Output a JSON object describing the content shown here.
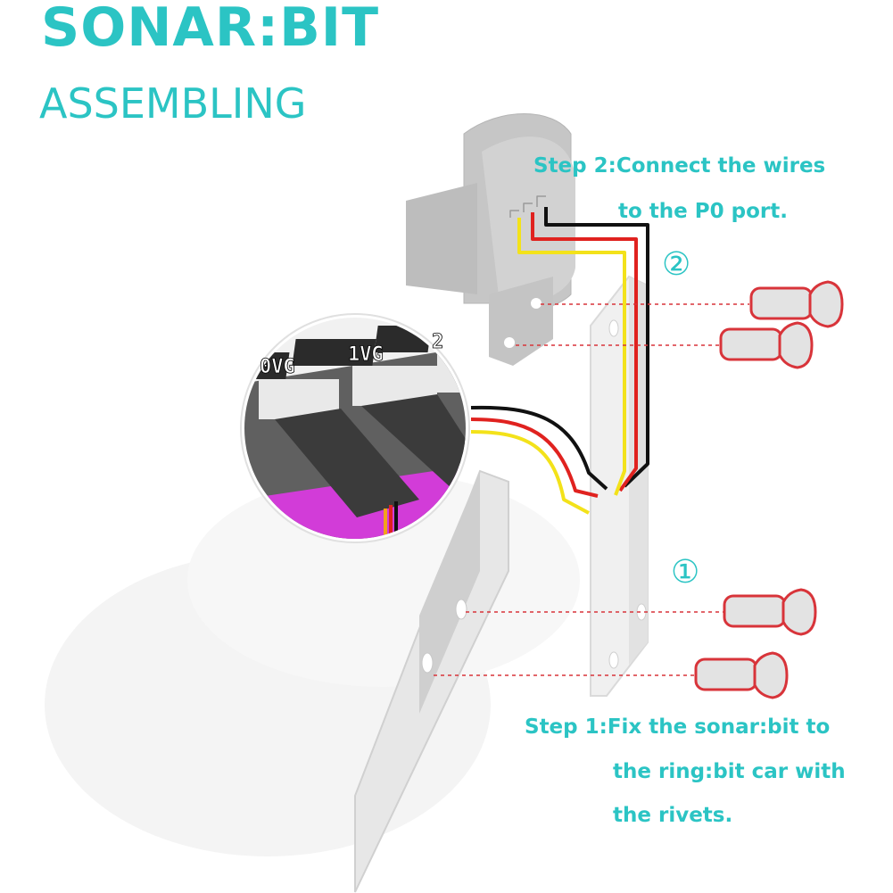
{
  "header": {
    "title": "SONAR:BIT",
    "subtitle": "ASSEMBLING"
  },
  "steps": {
    "step2": {
      "number": "②",
      "line1": "Step 2:Connect the wires",
      "line2": "to the P0 port."
    },
    "step1": {
      "number": "①",
      "line1": "Step 1:Fix the sonar:bit to",
      "line2": "the ring:bit car with",
      "line3": "the rivets."
    }
  },
  "connector_labels": {
    "port0": "0VG",
    "port1": "1VG",
    "port2": "2"
  },
  "colors": {
    "accent": "#2bc4c4",
    "wire_black": "#111111",
    "wire_red": "#e0221f",
    "wire_yellow": "#f3e21a",
    "rivet_outline": "#d8343a",
    "board_magenta": "#d23cd8"
  }
}
